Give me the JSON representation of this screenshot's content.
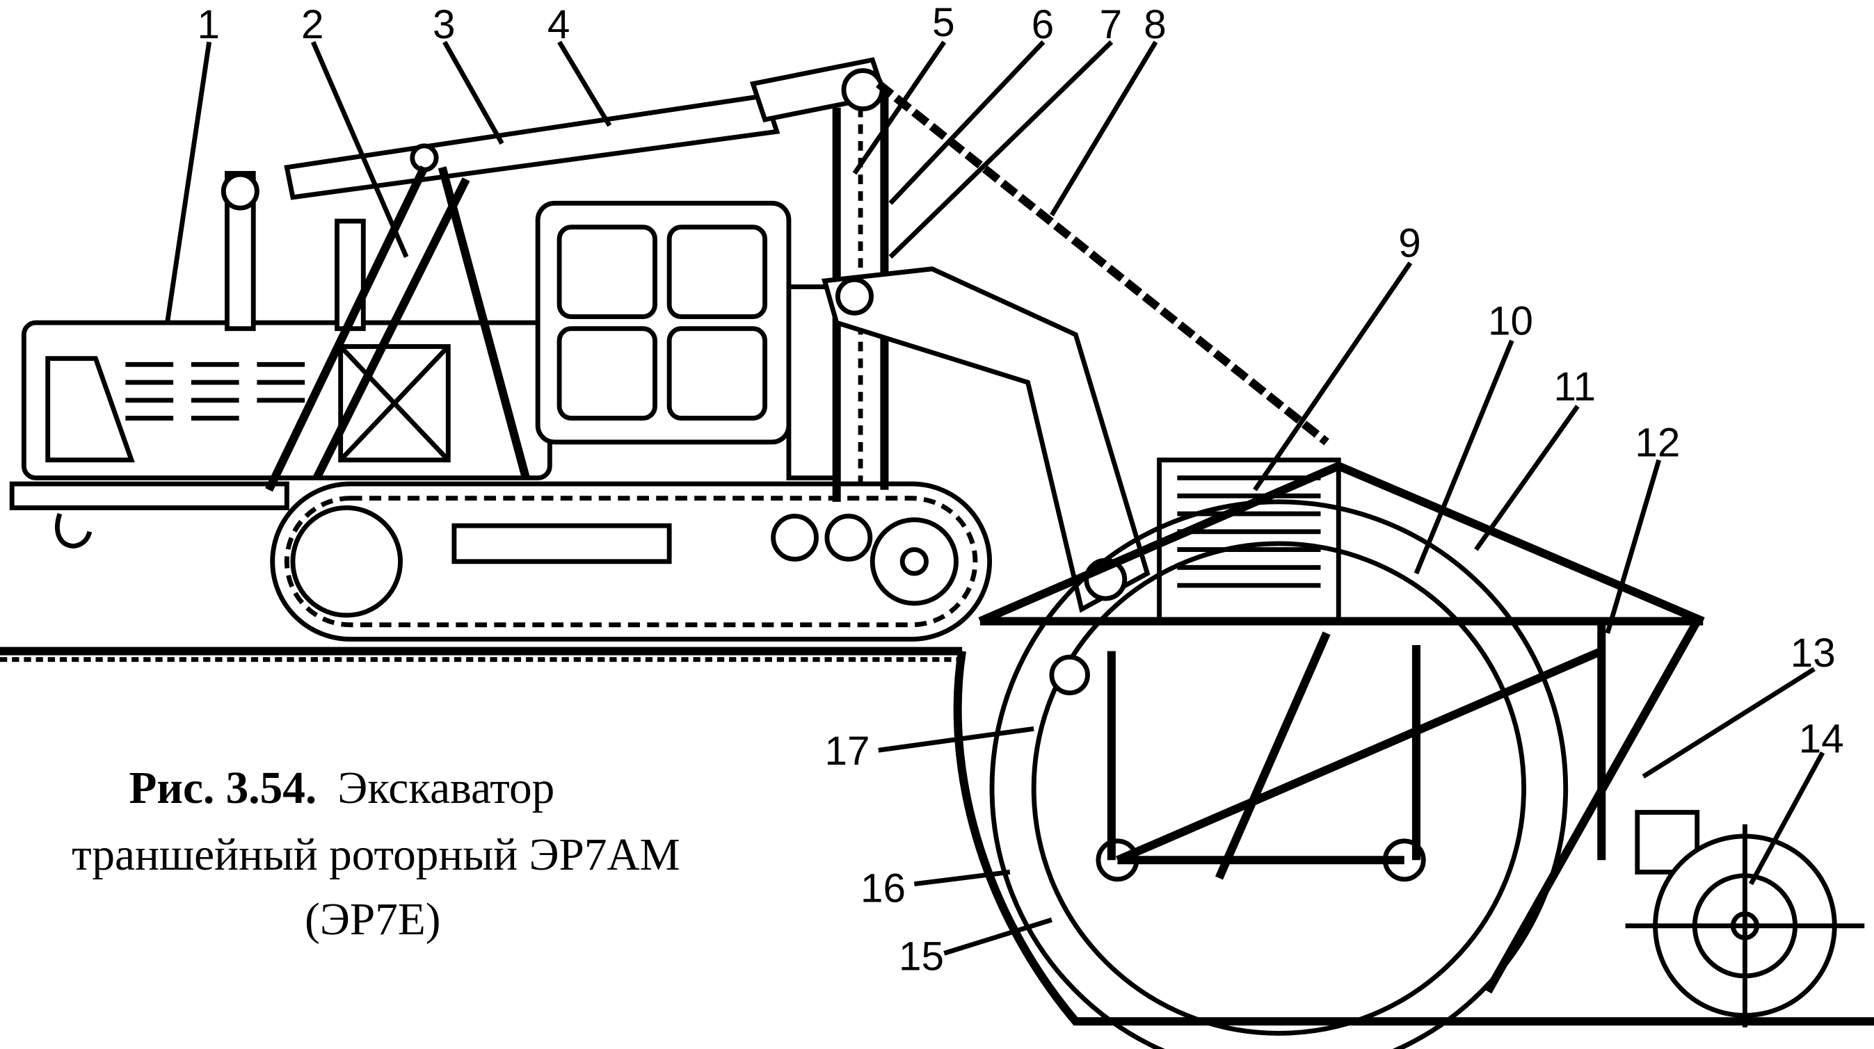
{
  "caption": {
    "figure_label": "Рис. 3.54.",
    "line1": "Экскаватор",
    "line2": "траншейный роторный ЭР7АМ",
    "line3": "(ЭР7Е)"
  },
  "callouts": [
    "1",
    "2",
    "3",
    "4",
    "5",
    "6",
    "7",
    "8",
    "9",
    "10",
    "11",
    "12",
    "13",
    "14",
    "15",
    "16",
    "17"
  ]
}
